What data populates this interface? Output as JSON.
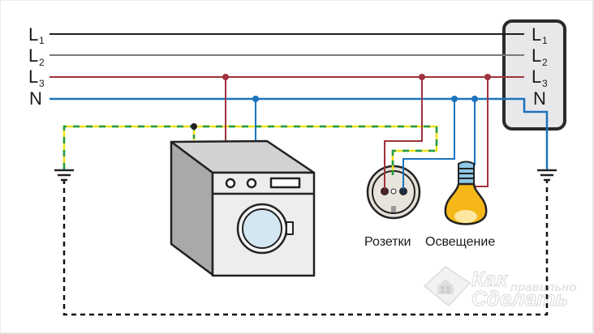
{
  "diagram": {
    "title": "TN-S wiring with grounding diagram",
    "colors": {
      "L1": "#1e1e1e",
      "L2": "#7a7a7a",
      "L3": "#a0323c",
      "N": "#1b74bd",
      "PE_green": "#1f9a4a",
      "PE_yellow": "#f2e21a",
      "ground_dashed": "#111111",
      "panel_fill": "#e8e8ea",
      "panel_border": "#2a2a2a",
      "bulb": "#f5b818",
      "bulb_base": "#8fc8e8"
    },
    "left_labels": [
      {
        "main": "L",
        "sub": "1"
      },
      {
        "main": "L",
        "sub": "2"
      },
      {
        "main": "L",
        "sub": "3"
      },
      {
        "main": "N",
        "sub": ""
      }
    ],
    "panel_labels": [
      {
        "main": "L",
        "sub": "1"
      },
      {
        "main": "L",
        "sub": "2"
      },
      {
        "main": "L",
        "sub": "3"
      },
      {
        "main": "N",
        "sub": ""
      }
    ],
    "devices": {
      "washing_machine": "washing-machine",
      "socket_caption": "Розетки",
      "lighting_caption": "Освещение"
    },
    "watermark": {
      "line1": "Как",
      "line2": "правильно",
      "line3": "Сделать"
    }
  }
}
